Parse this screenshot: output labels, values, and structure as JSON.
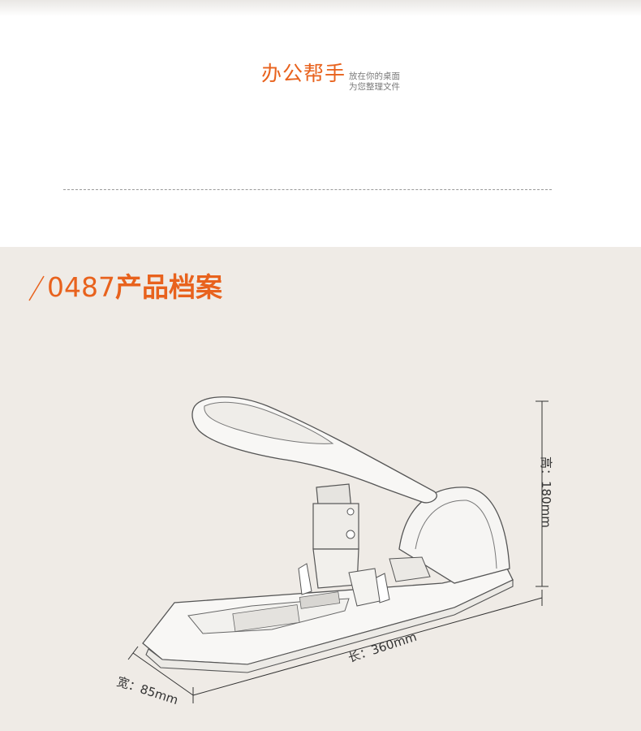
{
  "header": {
    "slogan_main": "办公帮手",
    "slogan_sub": "放在你的桌面\n为您整理文件"
  },
  "profile": {
    "model": "0487",
    "title": "产品档案"
  },
  "product": {
    "name_icon": "stapler-image"
  },
  "dimensions": {
    "height": "高：180mm",
    "length": "长：360mm",
    "width": "宽：85mm"
  },
  "colors": {
    "accent": "#e8621d",
    "section_bg": "#efebe6"
  }
}
